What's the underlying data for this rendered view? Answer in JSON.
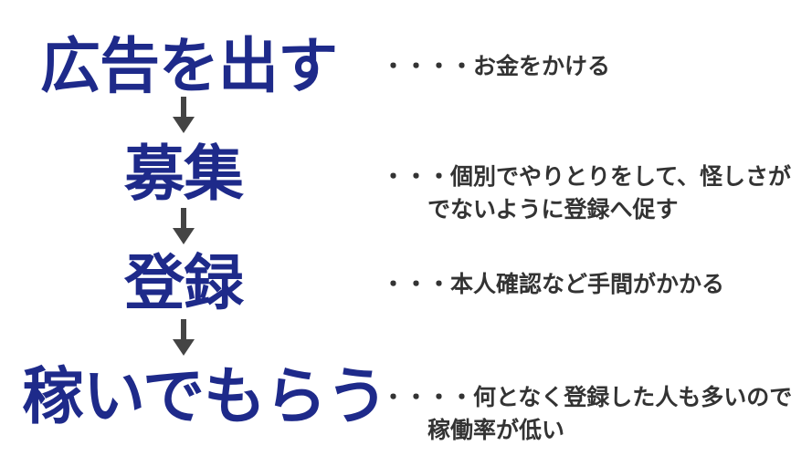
{
  "steps": [
    {
      "label": "広告を出す",
      "note_line1": "・・・・お金をかける",
      "note_line2": ""
    },
    {
      "label": "募集",
      "note_line1": "・・・個別でやりとりをして、怪しさが",
      "note_line2": "でないように登録へ促す"
    },
    {
      "label": "登録",
      "note_line1": "・・・本人確認など手間がかかる",
      "note_line2": ""
    },
    {
      "label": "稼いでもらう",
      "note_line1": "・・・・何となく登録した人も多いので",
      "note_line2": "稼働率が低い"
    }
  ],
  "colors": {
    "step_text": "#1e2a8a",
    "note_text": "#333333",
    "arrow": "#444444"
  }
}
